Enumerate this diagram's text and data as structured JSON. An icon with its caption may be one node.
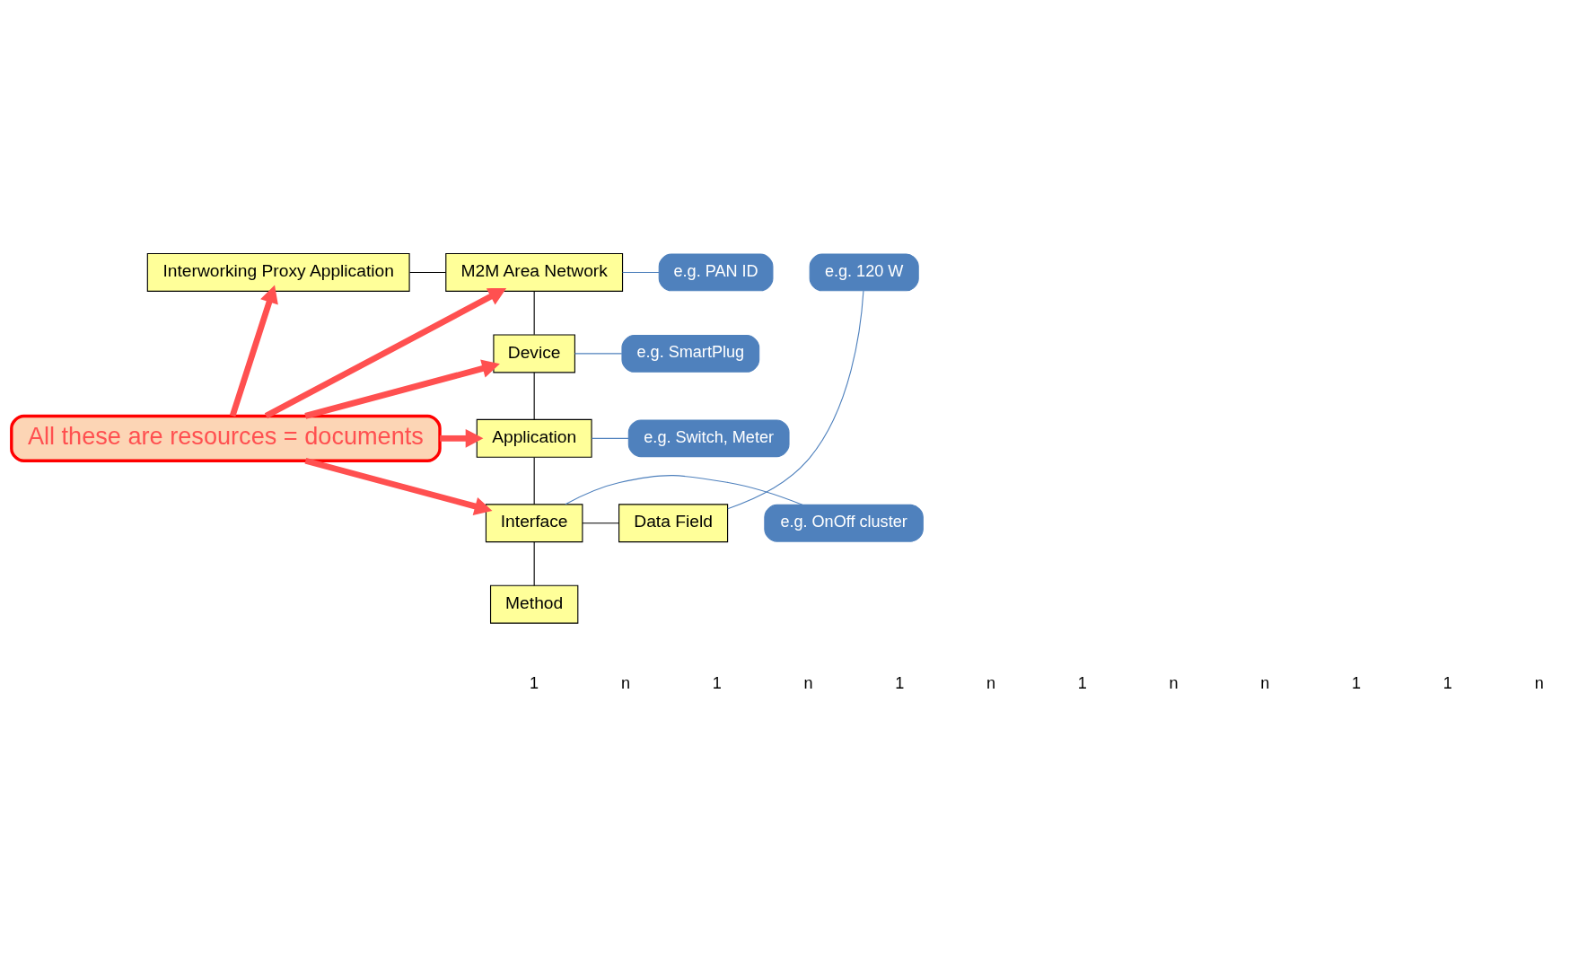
{
  "diagram": {
    "nodes": [
      {
        "text": [
          "Interworking Proxy Application"
        ]
      },
      {
        "text": [
          "M2M Area Network"
        ]
      },
      {
        "text": [
          "Device"
        ]
      },
      {
        "text": [
          "Application"
        ]
      },
      {
        "text": [
          "Interface"
        ]
      },
      {
        "text": [
          "Data Field"
        ]
      },
      {
        "text": [
          "Method"
        ]
      },
      {
        "text": [
          "e.g. PAN ID"
        ]
      },
      {
        "text": [
          "e.g. SmartPlug"
        ]
      },
      {
        "text": [
          "e.g. Switch, Meter"
        ]
      },
      {
        "text": [
          "e.g. 120 W"
        ]
      },
      {
        "text": [
          "e.g. OnOff cluster"
        ]
      },
      {
        "text": [
          "All these are resources = documents"
        ]
      }
    ],
    "edges": [
      {
        "from": 0,
        "to": 1,
        "arrow": "none"
      },
      {
        "from": 1,
        "to": 2,
        "arrow": "none"
      },
      {
        "from": 2,
        "to": 3,
        "arrow": "none"
      },
      {
        "from": 3,
        "to": 4,
        "arrow": "none"
      },
      {
        "from": 4,
        "to": 5,
        "arrow": "none"
      },
      {
        "from": 4,
        "to": 6,
        "arrow": "none"
      },
      {
        "from": 7,
        "to": 1,
        "arrow": "none",
        "color": "#4f81bd"
      },
      {
        "from": 8,
        "to": 2,
        "arrow": "none",
        "color": "#4f81bd"
      },
      {
        "from": 9,
        "to": 3,
        "arrow": "none",
        "color": "#4f81bd"
      },
      {
        "from": 10,
        "to": 5,
        "arrow": "none",
        "color": "#4f81bd"
      },
      {
        "from": 11,
        "to": 4,
        "arrow": "none",
        "color": "#4f81bd"
      },
      {
        "from": 12,
        "to": 0,
        "arrow": "to",
        "style": "thick",
        "color": "#ff5050"
      },
      {
        "from": 12,
        "to": 1,
        "arrow": "to",
        "style": "thick",
        "color": "#ff5050"
      },
      {
        "from": 12,
        "to": 2,
        "arrow": "to",
        "style": "thick",
        "color": "#ff5050"
      },
      {
        "from": 12,
        "to": 3,
        "arrow": "to",
        "style": "thick",
        "color": "#ff5050"
      },
      {
        "from": 12,
        "to": 4,
        "arrow": "to",
        "style": "thick",
        "color": "#ff5050"
      }
    ],
    "labels": [
      "1",
      "n",
      "1",
      "n",
      "1",
      "n",
      "1",
      "n",
      "n",
      "1",
      "1",
      "n"
    ]
  }
}
